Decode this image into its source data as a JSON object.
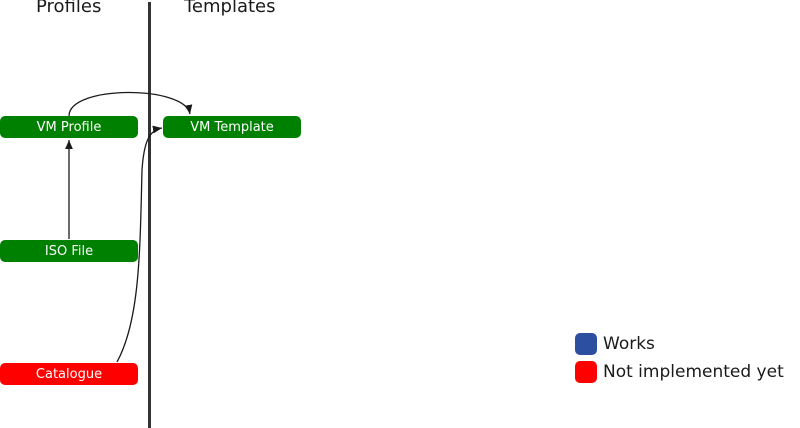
{
  "columns": {
    "left": "Profiles",
    "right": "Templates"
  },
  "nodes": [
    {
      "id": "vm-profile",
      "label": "VM Profile",
      "status": "works-green",
      "color": "#008000"
    },
    {
      "id": "iso-file",
      "label": "ISO File",
      "status": "works-green",
      "color": "#008000"
    },
    {
      "id": "catalogue",
      "label": "Catalogue",
      "status": "not-implemented",
      "color": "#ff0000"
    },
    {
      "id": "vm-template",
      "label": "VM Template",
      "status": "works-green",
      "color": "#008000"
    }
  ],
  "edges": [
    {
      "from": "iso-file",
      "to": "vm-profile"
    },
    {
      "from": "vm-profile",
      "to": "vm-template"
    },
    {
      "from": "catalogue",
      "to": "vm-template"
    }
  ],
  "legend": [
    {
      "label": "Works",
      "color": "#2d4fa0"
    },
    {
      "label": "Not implemented yet",
      "color": "#ff0000"
    }
  ]
}
